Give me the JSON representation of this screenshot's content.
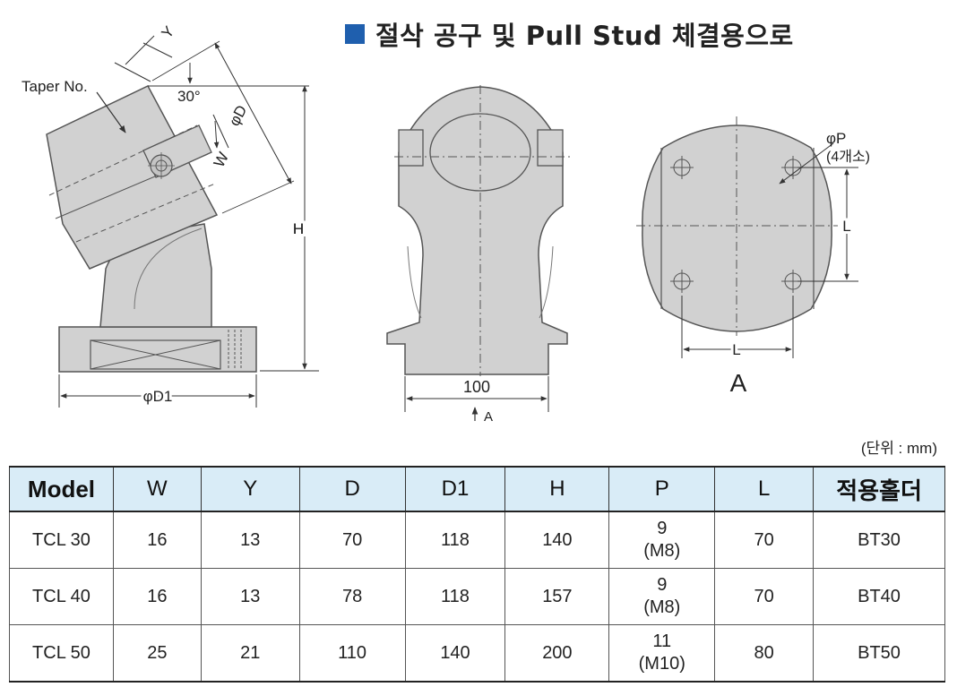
{
  "heading": "절삭 공구 및 Pull Stud 체결용으로",
  "unit": "(단위 : mm)",
  "labels": {
    "taper_no": "Taper No.",
    "angle": "30°",
    "y": "Y",
    "d": "φD",
    "w": "W",
    "h": "H",
    "d1": "φD1",
    "hundred": "100",
    "a_arrow": "A",
    "p": "φP",
    "p_count": "(4개소)",
    "l_vertical": "L",
    "l_horizontal": "L",
    "view_a": "A"
  },
  "table": {
    "headers": [
      "Model",
      "W",
      "Y",
      "D",
      "D1",
      "H",
      "P",
      "L",
      "적용홀더"
    ],
    "rows": [
      {
        "model": "TCL 30",
        "w": "16",
        "y": "13",
        "d": "70",
        "d1": "118",
        "h": "140",
        "p1": "9",
        "p2": "(M8)",
        "l": "70",
        "holder": "BT30"
      },
      {
        "model": "TCL 40",
        "w": "16",
        "y": "13",
        "d": "78",
        "d1": "118",
        "h": "157",
        "p1": "9",
        "p2": "(M8)",
        "l": "70",
        "holder": "BT40"
      },
      {
        "model": "TCL 50",
        "w": "25",
        "y": "21",
        "d": "110",
        "d1": "140",
        "h": "200",
        "p1": "11",
        "p2": "(M10)",
        "l": "80",
        "holder": "BT50"
      }
    ]
  }
}
